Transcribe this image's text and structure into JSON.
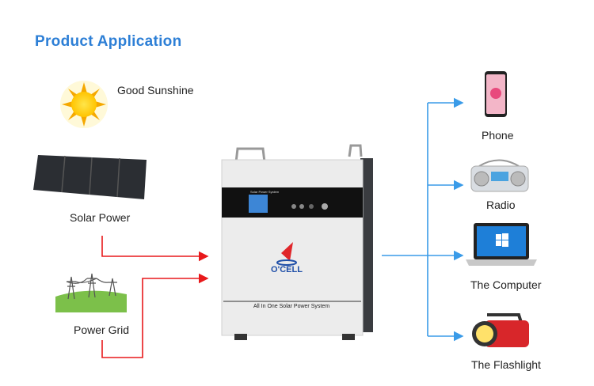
{
  "title": "Product Application",
  "inputs": [
    {
      "label": "Good Sunshine",
      "icon": "sun-icon"
    },
    {
      "label": "Solar Power",
      "icon": "solar-panel-icon"
    },
    {
      "label": "Power Grid",
      "icon": "power-grid-icon"
    }
  ],
  "product": {
    "brand": "O'CELL",
    "caption": "All In One Solar Power System",
    "panel_label": "Solar Power System"
  },
  "outputs": [
    {
      "label": "Phone",
      "icon": "phone-icon"
    },
    {
      "label": "Radio",
      "icon": "radio-icon"
    },
    {
      "label": "The Computer",
      "icon": "laptop-icon"
    },
    {
      "label": "The Flashlight",
      "icon": "flashlight-icon"
    }
  ],
  "colors": {
    "title": "#2d7fd6",
    "input_arrows": "#e8191b",
    "output_arrows": "#3a9be8"
  }
}
